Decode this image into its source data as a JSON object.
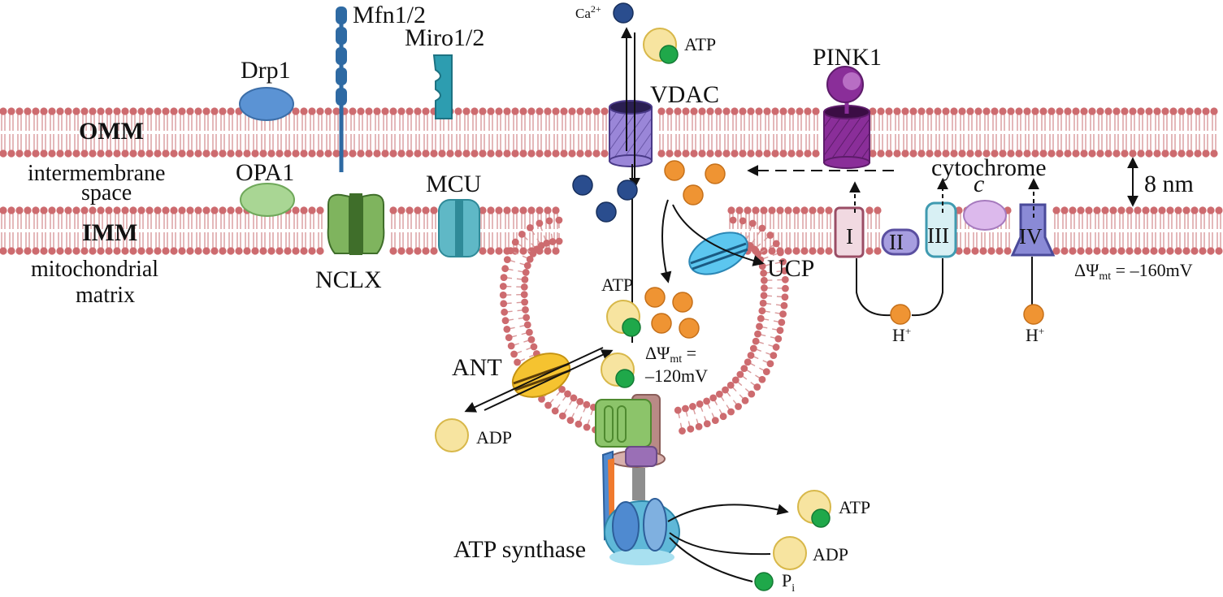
{
  "labels": {
    "omm": "OMM",
    "imm": "IMM",
    "intermembrane_line1": "intermembrane",
    "intermembrane_line2": "space",
    "matrix_line1": "mitochondrial",
    "matrix_line2": "matrix",
    "drp1": "Drp1",
    "mfn": "Mfn1/2",
    "miro": "Miro1/2",
    "opa1": "OPA1",
    "nclx": "NCLX",
    "mcu": "MCU",
    "ca": "Ca",
    "ca_sup": "2+",
    "vdac": "VDAC",
    "atp_top": "ATP",
    "pink1": "PINK1",
    "cytochrome": "cytochrome",
    "cyt_c": "c",
    "thickness": "8 nm",
    "complex_1": "I",
    "complex_2": "II",
    "complex_3": "III",
    "complex_4": "IV",
    "ucp": "UCP",
    "delta_psi_sym": "ΔΨ",
    "delta_psi_sub": "mt",
    "delta_psi_outer_value": " = –160mV",
    "delta_psi_crista_eq": " =",
    "delta_psi_crista_value": "–120mV",
    "h_plus_left": "H",
    "h_plus_right": "H",
    "h_sup": "+",
    "atp_crista": "ATP",
    "ant": "ANT",
    "adp_ant": "ADP",
    "atp_synthase": "ATP synthase",
    "atp_product": "ATP",
    "adp_substrate": "ADP",
    "pi": "P",
    "pi_sub": "i"
  },
  "colors": {
    "membrane_head": "#cd6b6f",
    "membrane_tail": "#d99a9c",
    "ion_orange": "#ef9433",
    "calcium_blue": "#2a4d8e",
    "nucleotide_yellow": "#f7e4a0",
    "phosphate_green": "#1fa84a",
    "vdac_purple": "#9a86d8",
    "pink1_purple": "#8a2e99",
    "ucp_blue": "#5cc6ef",
    "ant_yellow": "#f5c330",
    "nclx_green": "#7fb45e",
    "mcu_teal": "#5fb8c6",
    "drp1_blue": "#5b93d4",
    "opa1_green": "#a9d694",
    "mfn_blue": "#2e6aa3",
    "miro_teal": "#2d9db0"
  }
}
